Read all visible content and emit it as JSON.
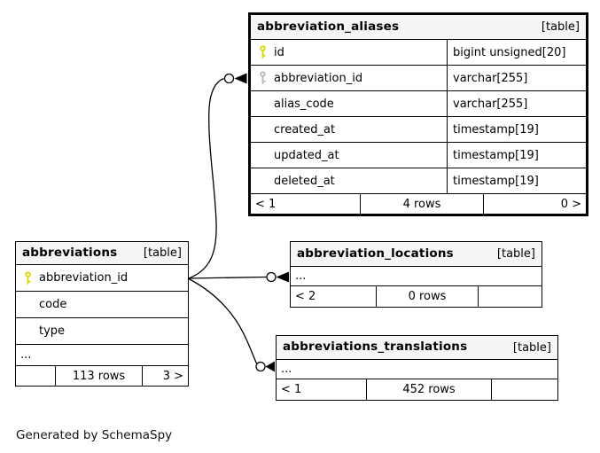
{
  "theme": {
    "pk_color": "#d8d800",
    "fk_color": "#b9b9b9",
    "header_bg": "#f5f5f5",
    "border_color": "#000000",
    "edge_color": "#000000"
  },
  "note": "Generated by SchemaSpy",
  "tables": {
    "abbreviation_aliases": {
      "title": "abbreviation_aliases",
      "tag": "[table]",
      "columns": [
        {
          "name": "id",
          "type": "bigint unsigned[20]",
          "key": "primary"
        },
        {
          "name": "abbreviation_id",
          "type": "varchar[255]",
          "key": "foreign"
        },
        {
          "name": "alias_code",
          "type": "varchar[255]",
          "key": ""
        },
        {
          "name": "created_at",
          "type": "timestamp[19]",
          "key": ""
        },
        {
          "name": "updated_at",
          "type": "timestamp[19]",
          "key": ""
        },
        {
          "name": "deleted_at",
          "type": "timestamp[19]",
          "key": ""
        }
      ],
      "footer": {
        "left": "< 1",
        "center": "4 rows",
        "right": "0 >"
      }
    },
    "abbreviations": {
      "title": "abbreviations",
      "tag": "[table]",
      "columns": [
        {
          "name": "abbreviation_id",
          "key": "primary"
        },
        {
          "name": "code",
          "key": ""
        },
        {
          "name": "type",
          "key": ""
        }
      ],
      "ellipsis": "...",
      "footer": {
        "left": "",
        "center": "113 rows",
        "right": "3 >"
      }
    },
    "abbreviation_locations": {
      "title": "abbreviation_locations",
      "tag": "[table]",
      "ellipsis": "...",
      "footer": {
        "left": "< 2",
        "center": "0 rows",
        "right": ""
      }
    },
    "abbreviations_translations": {
      "title": "abbreviations_translations",
      "tag": "[table]",
      "ellipsis": "...",
      "footer": {
        "left": "< 1",
        "center": "452 rows",
        "right": ""
      }
    }
  },
  "relationships": [
    {
      "parent": "abbreviations.abbreviation_id",
      "child": "abbreviation_aliases.abbreviation_id"
    },
    {
      "parent": "abbreviations.abbreviation_id",
      "child": "abbreviation_locations"
    },
    {
      "parent": "abbreviations.abbreviation_id",
      "child": "abbreviations_translations"
    }
  ]
}
